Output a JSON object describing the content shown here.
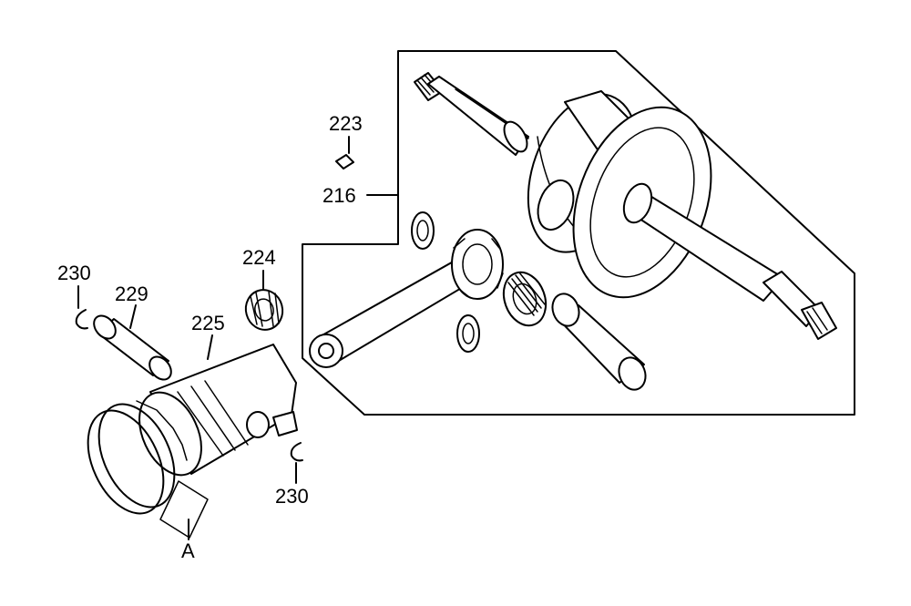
{
  "diagram": {
    "callouts": {
      "c223": "223",
      "c216": "216",
      "c224": "224",
      "c230_left": "230",
      "c229": "229",
      "c225": "225",
      "c230_right": "230",
      "cA": "A"
    }
  }
}
